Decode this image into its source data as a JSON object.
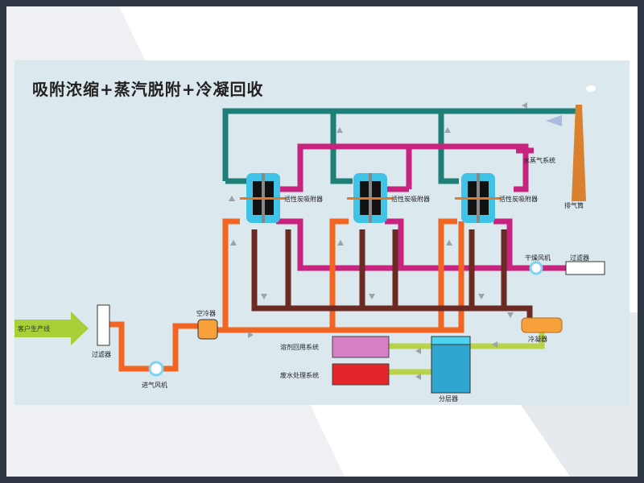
{
  "title": "吸附浓缩+蒸汽脱附+冷凝回收",
  "labels": {
    "production_line": "客户生产线",
    "inlet_filter": "过滤器",
    "inlet_fan": "进气风机",
    "air_cooler": "空冷器",
    "adsorber": "活性炭吸附器",
    "steam_system": "水蒸气系统",
    "stack": "排气筒",
    "dry_fan": "干燥风机",
    "dry_filter": "过滤器",
    "condenser": "冷凝器",
    "solvent_reuse": "溶剂回用系统",
    "wastewater": "废水处理系统",
    "separator": "分层器"
  },
  "colors": {
    "exhaust": "#1e7f78",
    "steam": "#c8237e",
    "orange": "#f26522",
    "brown": "#6b2a22",
    "green": "#b8d24a",
    "adsorber": "#3fc3e6"
  }
}
